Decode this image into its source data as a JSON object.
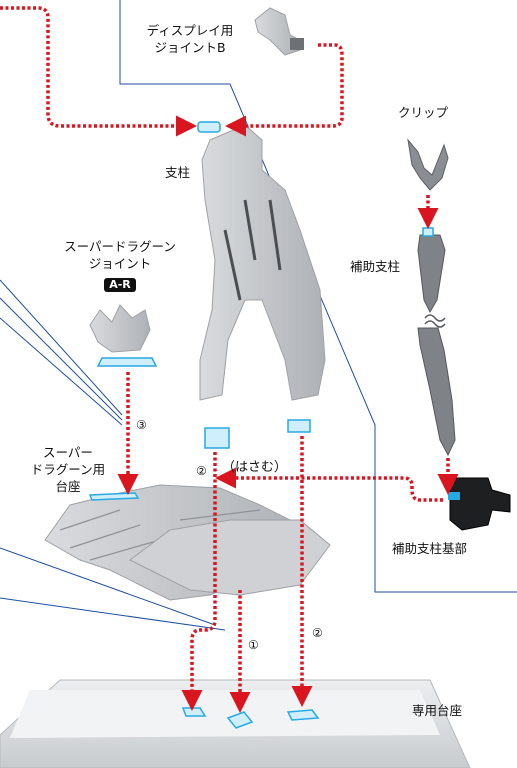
{
  "labels": {
    "display_joint_line1": "ディスプレイ用",
    "display_joint_line2": "ジョイントB",
    "clip": "クリップ",
    "pillar": "支柱",
    "aux_pillar": "補助支柱",
    "sd_joint_line1": "スーパードラグーン",
    "sd_joint_line2": "ジョイント",
    "sd_joint_badge": "A-R",
    "sd_base_line1": "スーパー",
    "sd_base_line2": "ドラグーン用",
    "sd_base_line3": "台座",
    "aux_base": "補助支柱基部",
    "dedicated_base": "専用台座",
    "pinch": "（はさむ）"
  },
  "steps": {
    "step1": "①",
    "step2_left": "②",
    "step2_right": "②",
    "step3": "③"
  },
  "colors": {
    "arrow": "#d9161f",
    "callout_line": "#1f4fa0",
    "highlight": "#29a9e1",
    "part_gray": "#c9ccd0",
    "part_dark": "#8a8d91"
  }
}
